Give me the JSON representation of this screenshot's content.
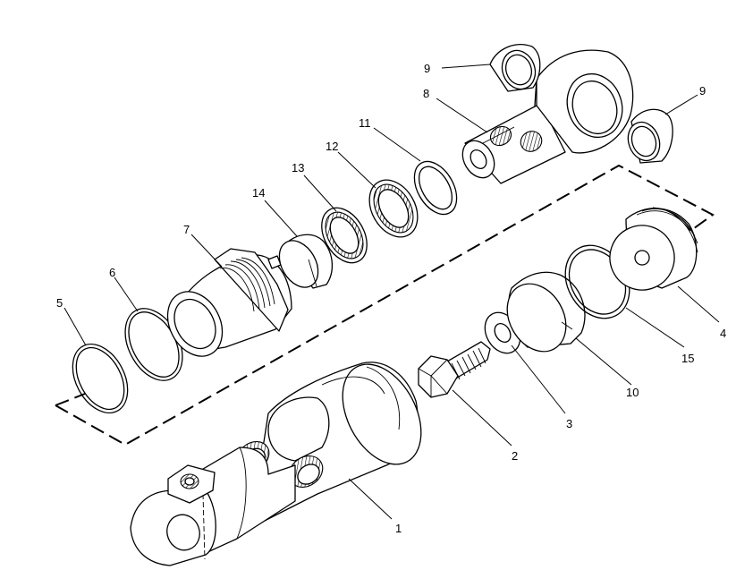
{
  "callouts": [
    {
      "id": "1",
      "text": "1"
    },
    {
      "id": "2",
      "text": "2"
    },
    {
      "id": "3",
      "text": "3"
    },
    {
      "id": "4",
      "text": "4"
    },
    {
      "id": "5",
      "text": "5"
    },
    {
      "id": "6",
      "text": "6"
    },
    {
      "id": "7",
      "text": "7"
    },
    {
      "id": "8",
      "text": "8"
    },
    {
      "id": "9a",
      "text": "9"
    },
    {
      "id": "9b",
      "text": "9"
    },
    {
      "id": "10",
      "text": "10"
    },
    {
      "id": "11",
      "text": "11"
    },
    {
      "id": "12",
      "text": "12"
    },
    {
      "id": "13",
      "text": "13"
    },
    {
      "id": "14",
      "text": "14"
    },
    {
      "id": "15",
      "text": "15"
    }
  ]
}
